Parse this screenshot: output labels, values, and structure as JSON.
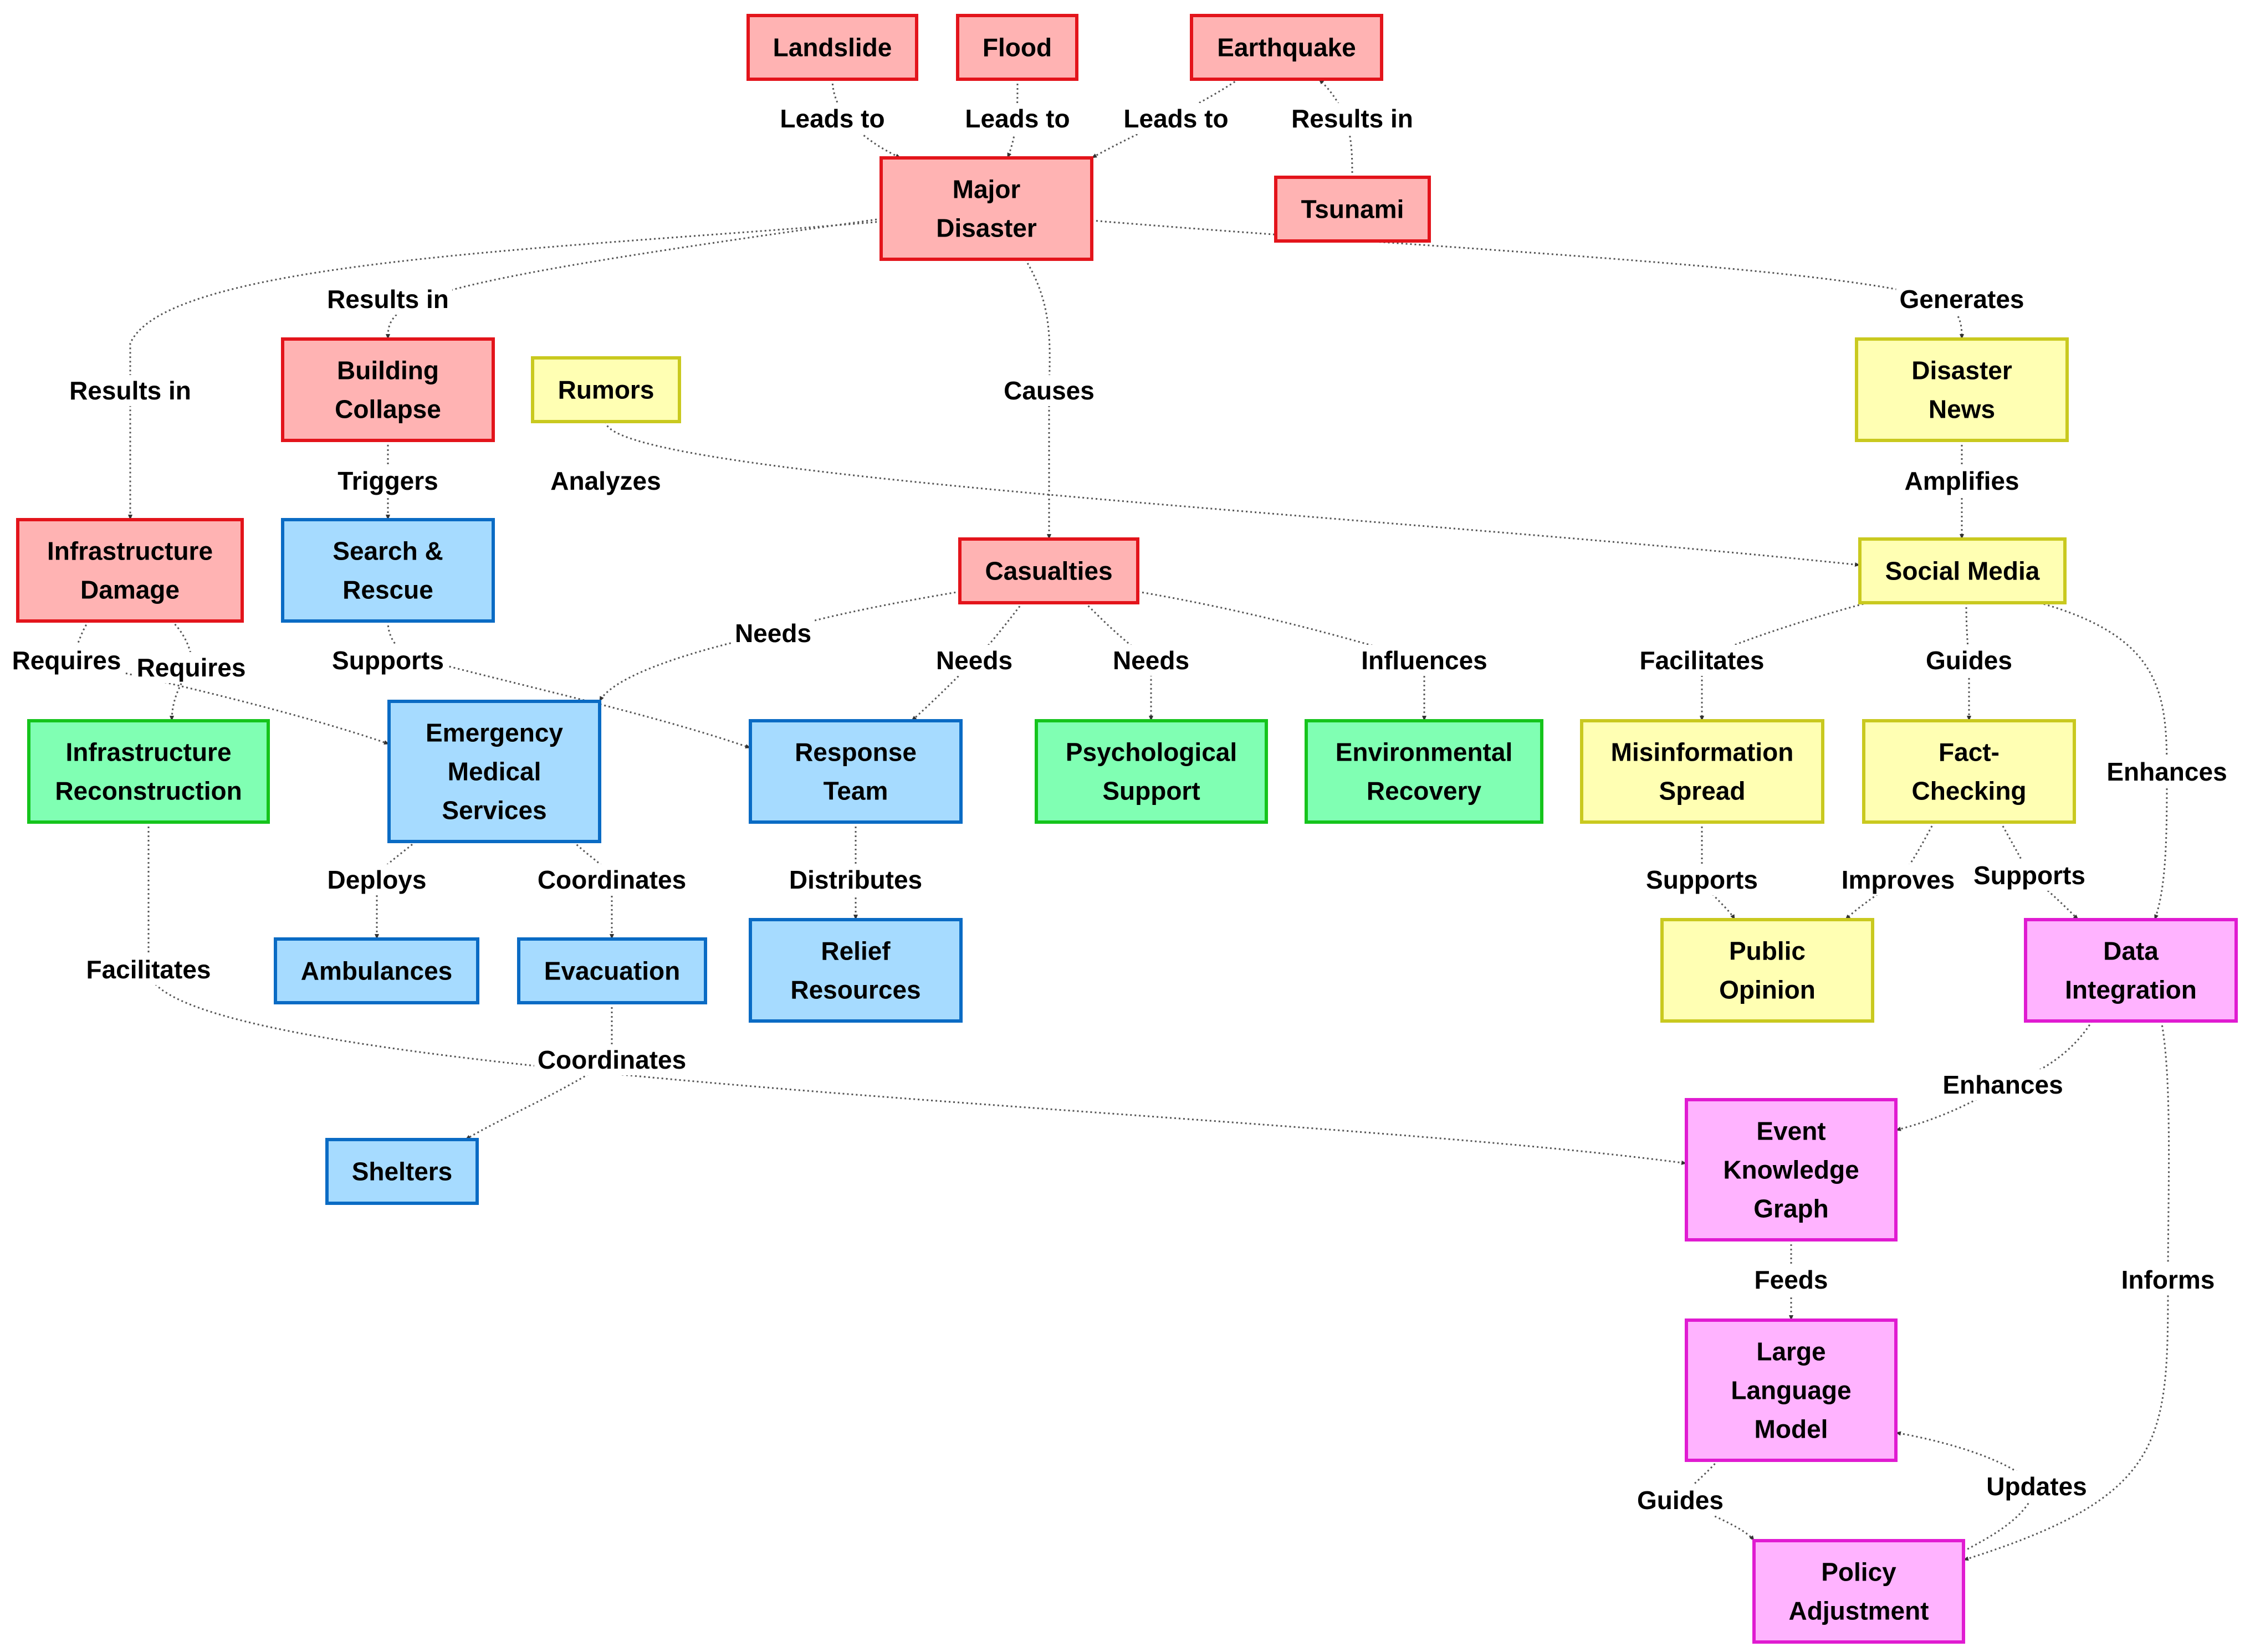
{
  "palette": {
    "red": {
      "fill": "#FFB3B3",
      "stroke": "#E3141B"
    },
    "blue": {
      "fill": "#A6DBFF",
      "stroke": "#0A6BC4"
    },
    "green": {
      "fill": "#80FFB3",
      "stroke": "#15C41C"
    },
    "yellow": {
      "fill": "#FFFFB3",
      "stroke": "#C9C91F"
    },
    "magenta": {
      "fill": "#FFB3FF",
      "stroke": "#E01BD1"
    }
  },
  "nodes": [
    {
      "id": "landslide",
      "lines": [
        "Landslide"
      ],
      "color": "red"
    },
    {
      "id": "flood",
      "lines": [
        "Flood"
      ],
      "color": "red"
    },
    {
      "id": "earthquake",
      "lines": [
        "Earthquake"
      ],
      "color": "red"
    },
    {
      "id": "major_disaster",
      "lines": [
        "Major",
        "Disaster"
      ],
      "color": "red"
    },
    {
      "id": "tsunami",
      "lines": [
        "Tsunami"
      ],
      "color": "red"
    },
    {
      "id": "building_collapse",
      "lines": [
        "Building",
        "Collapse"
      ],
      "color": "red"
    },
    {
      "id": "rumors",
      "lines": [
        "Rumors"
      ],
      "color": "yellow"
    },
    {
      "id": "disaster_news",
      "lines": [
        "Disaster",
        "News"
      ],
      "color": "yellow"
    },
    {
      "id": "infrastructure_damage",
      "lines": [
        "Infrastructure",
        "Damage"
      ],
      "color": "red"
    },
    {
      "id": "search_rescue",
      "lines": [
        "Search &",
        "Rescue"
      ],
      "color": "blue"
    },
    {
      "id": "casualties",
      "lines": [
        "Casualties"
      ],
      "color": "red"
    },
    {
      "id": "social_media",
      "lines": [
        "Social Media"
      ],
      "color": "yellow"
    },
    {
      "id": "infrastructure_reconstruction",
      "lines": [
        "Infrastructure",
        "Reconstruction"
      ],
      "color": "green"
    },
    {
      "id": "ems",
      "lines": [
        "Emergency",
        "Medical",
        "Services"
      ],
      "color": "blue"
    },
    {
      "id": "response_team",
      "lines": [
        "Response",
        "Team"
      ],
      "color": "blue"
    },
    {
      "id": "psych_support",
      "lines": [
        "Psychological",
        "Support"
      ],
      "color": "green"
    },
    {
      "id": "env_recovery",
      "lines": [
        "Environmental",
        "Recovery"
      ],
      "color": "green"
    },
    {
      "id": "misinfo_spread",
      "lines": [
        "Misinformation",
        "Spread"
      ],
      "color": "yellow"
    },
    {
      "id": "fact_checking",
      "lines": [
        "Fact-",
        "Checking"
      ],
      "color": "yellow"
    },
    {
      "id": "ambulances",
      "lines": [
        "Ambulances"
      ],
      "color": "blue"
    },
    {
      "id": "evacuation",
      "lines": [
        "Evacuation"
      ],
      "color": "blue"
    },
    {
      "id": "relief_resources",
      "lines": [
        "Relief",
        "Resources"
      ],
      "color": "blue"
    },
    {
      "id": "public_opinion",
      "lines": [
        "Public",
        "Opinion"
      ],
      "color": "yellow"
    },
    {
      "id": "data_integration",
      "lines": [
        "Data",
        "Integration"
      ],
      "color": "magenta"
    },
    {
      "id": "shelters",
      "lines": [
        "Shelters"
      ],
      "color": "blue"
    },
    {
      "id": "ekg",
      "lines": [
        "Event",
        "Knowledge",
        "Graph"
      ],
      "color": "magenta"
    },
    {
      "id": "llm",
      "lines": [
        "Large",
        "Language",
        "Model"
      ],
      "color": "magenta"
    },
    {
      "id": "policy_adjustment",
      "lines": [
        "Policy",
        "Adjustment"
      ],
      "color": "magenta"
    }
  ],
  "edges": [
    {
      "from": "landslide",
      "to": "major_disaster",
      "label": "Leads to"
    },
    {
      "from": "flood",
      "to": "major_disaster",
      "label": "Leads to"
    },
    {
      "from": "earthquake",
      "to": "major_disaster",
      "label": "Leads to"
    },
    {
      "from": "tsunami",
      "to": "earthquake",
      "label": "Results in"
    },
    {
      "from": "major_disaster",
      "to": "building_collapse",
      "label": "Results in"
    },
    {
      "from": "major_disaster",
      "to": "infrastructure_damage",
      "label": "Results in"
    },
    {
      "from": "major_disaster",
      "to": "casualties",
      "label": "Causes"
    },
    {
      "from": "major_disaster",
      "to": "disaster_news",
      "label": "Generates"
    },
    {
      "from": "building_collapse",
      "to": "search_rescue",
      "label": "Triggers"
    },
    {
      "from": "rumors",
      "to": "social_media",
      "label": "Analyzes"
    },
    {
      "from": "disaster_news",
      "to": "social_media",
      "label": "Amplifies"
    },
    {
      "from": "infrastructure_damage",
      "to": "infrastructure_reconstruction",
      "label": "Requires"
    },
    {
      "from": "infrastructure_damage",
      "to": "ems",
      "label": "Requires"
    },
    {
      "from": "search_rescue",
      "to": "response_team",
      "label": "Supports"
    },
    {
      "from": "casualties",
      "to": "ems",
      "label": "Needs"
    },
    {
      "from": "casualties",
      "to": "response_team",
      "label": "Needs"
    },
    {
      "from": "casualties",
      "to": "psych_support",
      "label": "Needs"
    },
    {
      "from": "casualties",
      "to": "env_recovery",
      "label": "Influences"
    },
    {
      "from": "social_media",
      "to": "misinfo_spread",
      "label": "Facilitates"
    },
    {
      "from": "social_media",
      "to": "fact_checking",
      "label": "Guides"
    },
    {
      "from": "social_media",
      "to": "data_integration",
      "label": "Enhances"
    },
    {
      "from": "ems",
      "to": "ambulances",
      "label": "Deploys"
    },
    {
      "from": "ems",
      "to": "evacuation",
      "label": "Coordinates"
    },
    {
      "from": "response_team",
      "to": "relief_resources",
      "label": "Distributes"
    },
    {
      "from": "misinfo_spread",
      "to": "public_opinion",
      "label": "Supports"
    },
    {
      "from": "fact_checking",
      "to": "public_opinion",
      "label": "Improves"
    },
    {
      "from": "fact_checking",
      "to": "data_integration",
      "label": "Supports"
    },
    {
      "from": "infrastructure_reconstruction",
      "to": "ekg",
      "label": "Facilitates"
    },
    {
      "from": "evacuation",
      "to": "shelters",
      "label": "Coordinates"
    },
    {
      "from": "data_integration",
      "to": "ekg",
      "label": "Enhances"
    },
    {
      "from": "data_integration",
      "to": "policy_adjustment",
      "label": "Informs"
    },
    {
      "from": "ekg",
      "to": "llm",
      "label": "Feeds"
    },
    {
      "from": "llm",
      "to": "policy_adjustment",
      "label": "Guides"
    },
    {
      "from": "policy_adjustment",
      "to": "llm",
      "label": "Updates"
    }
  ]
}
